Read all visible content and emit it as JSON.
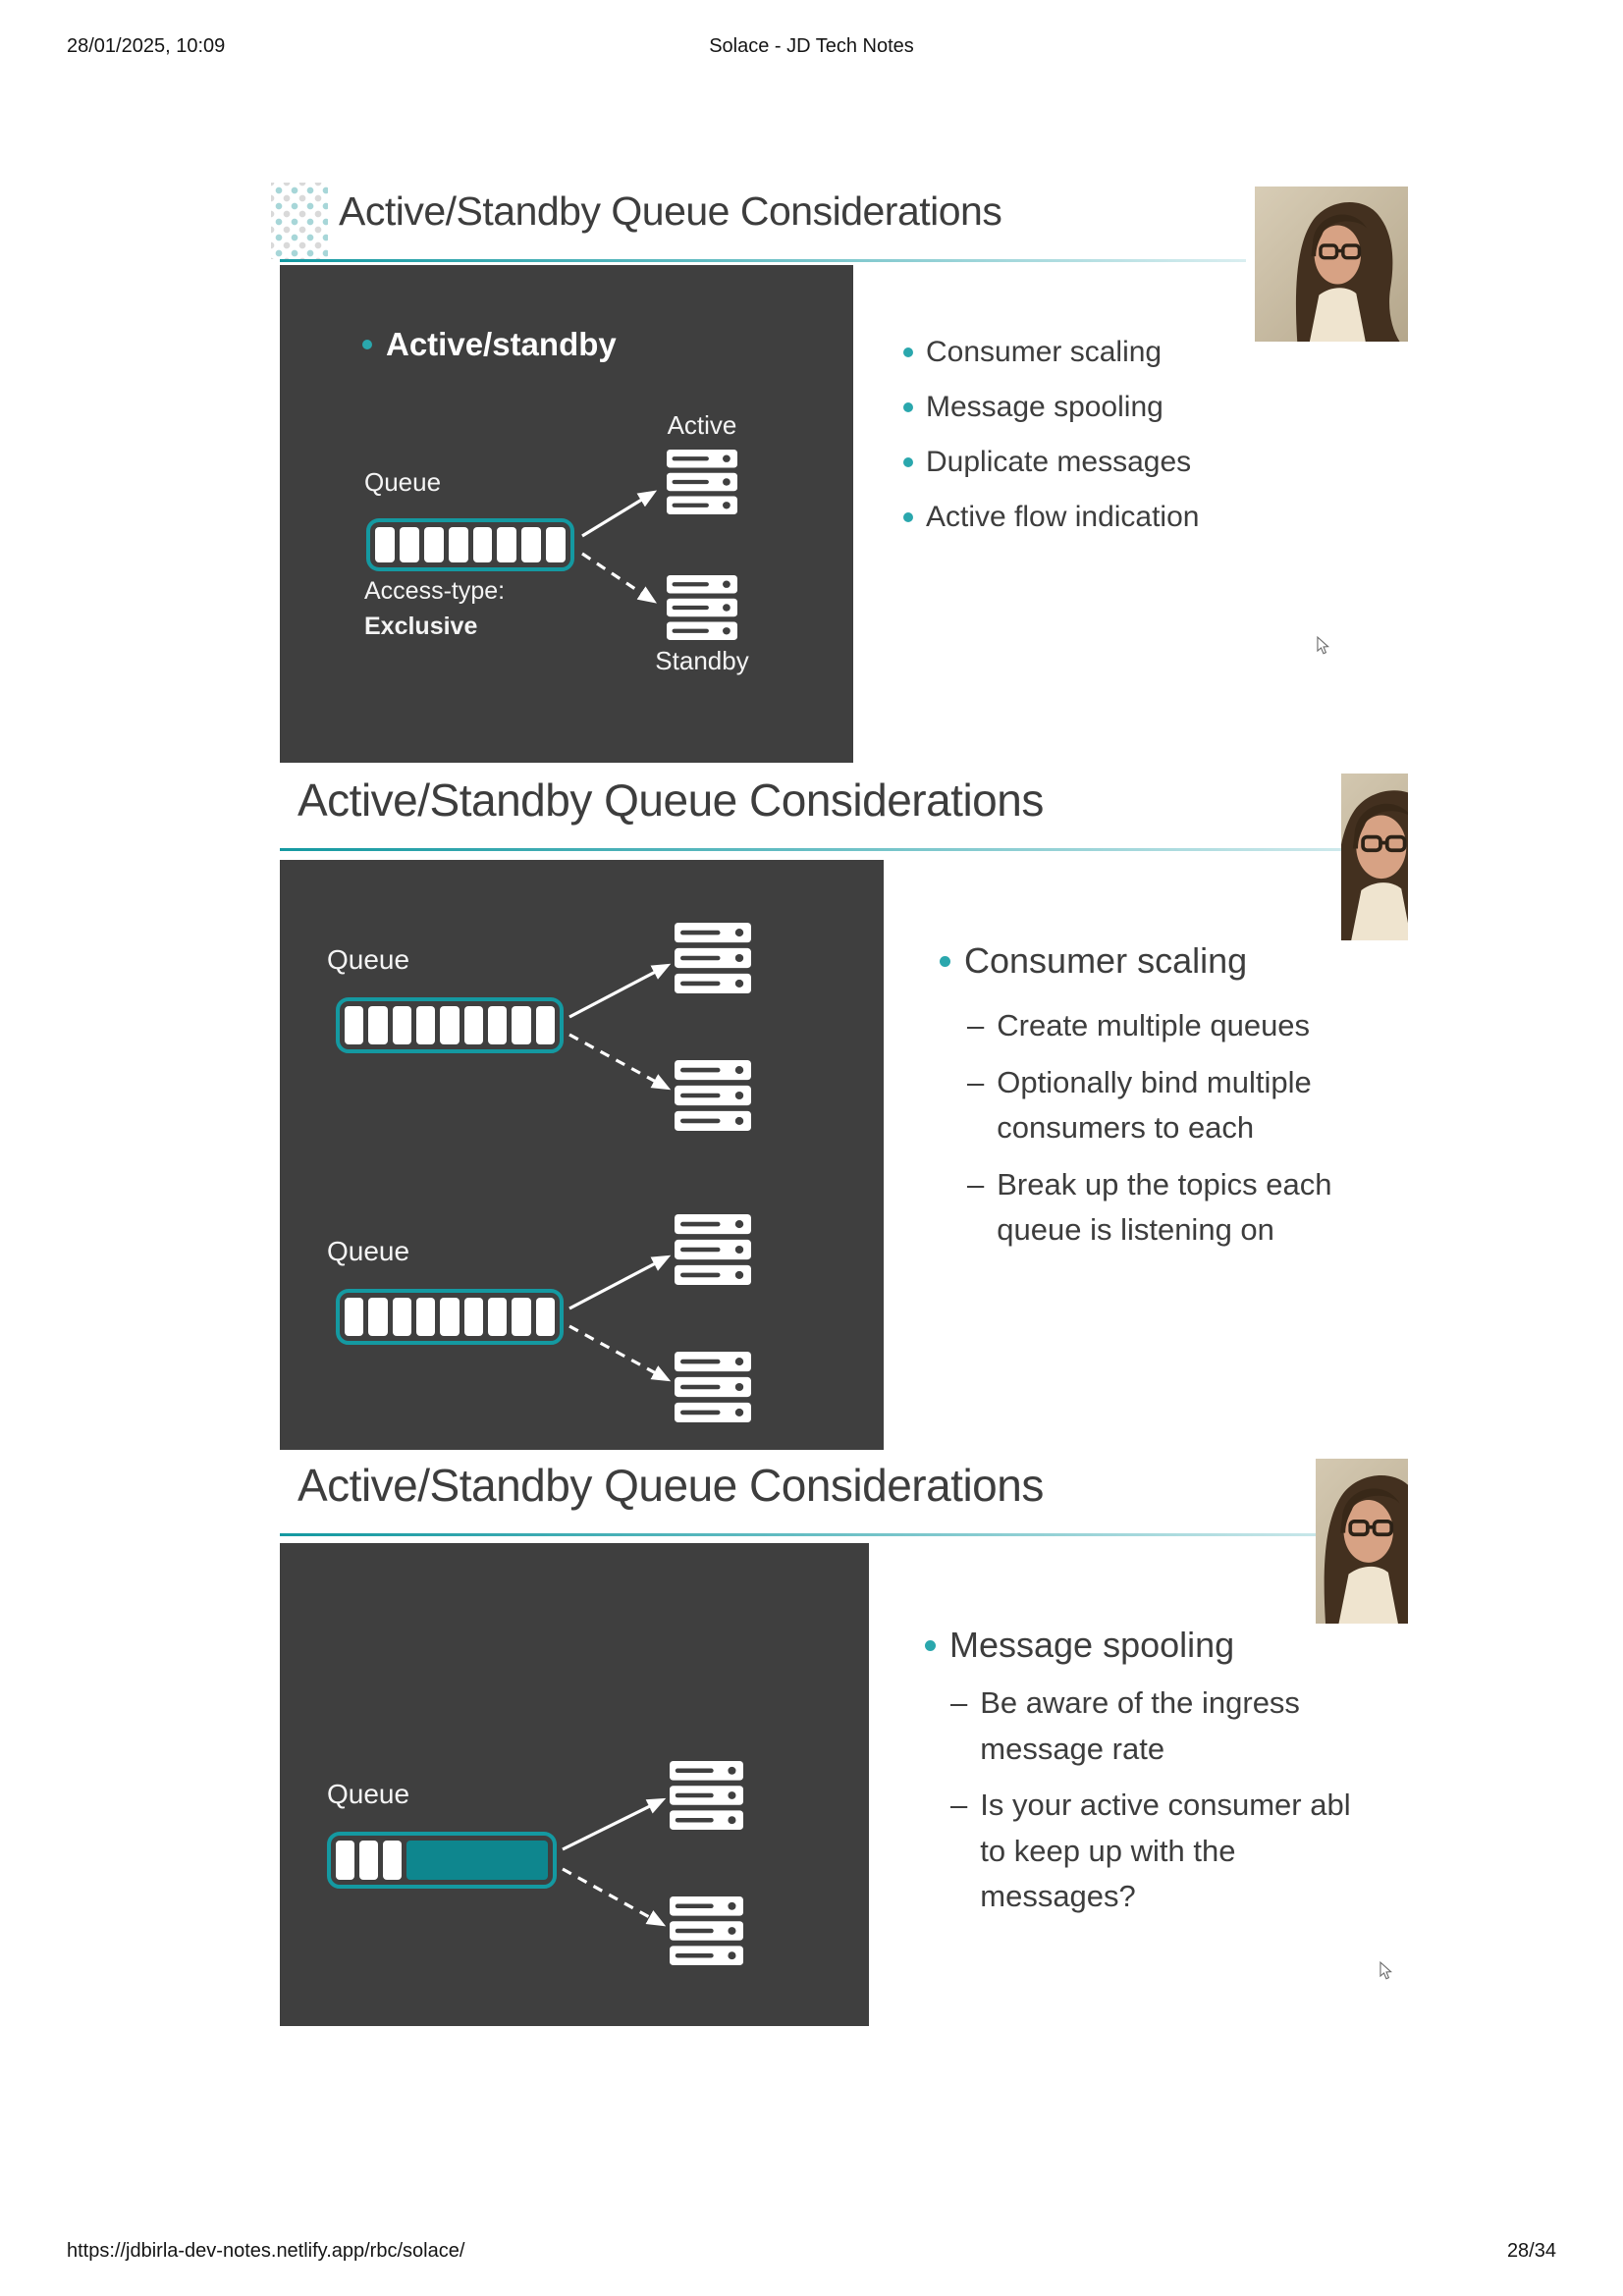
{
  "header": {
    "datetime": "28/01/2025, 10:09",
    "title": "Solace - JD Tech Notes"
  },
  "footer": {
    "url": "https://jdbirla-dev-notes.netlify.app/rbc/solace/",
    "page": "28/34"
  },
  "icons": {
    "dash": "–",
    "bullet": "•",
    "queue_graphic": "segmented-queue-pill",
    "server_graphic": "message-broker-server-stack",
    "webcam": "presenter-webcam-photo",
    "cursor": "mouse-pointer"
  },
  "colors": {
    "accent_teal": "#1499a1",
    "bullet_teal": "#2aa7ad",
    "panel_gray": "#3f3f3f",
    "queue_fill_teal": "#0e868e",
    "title_gray": "#3d3d3d"
  },
  "slide1": {
    "title": "Active/Standby Queue Considerations",
    "heading": "Active/standby",
    "queue_label": "Queue",
    "access_type_label": "Access-type:",
    "access_type_value": "Exclusive",
    "active_label": "Active",
    "standby_label": "Standby",
    "bullets": [
      "Consumer scaling",
      "Message spooling",
      "Duplicate messages",
      "Active flow indication"
    ]
  },
  "slide2": {
    "title": "Active/Standby Queue Considerations",
    "queue1_label": "Queue",
    "queue2_label": "Queue",
    "bullet": "Consumer scaling",
    "sub_bullets": [
      "Create multiple queues",
      "Optionally bind multiple consumers to each",
      "Break up the topics each queue is listening on"
    ]
  },
  "slide3": {
    "title": "Active/Standby Queue Considerations",
    "queue_label": "Queue",
    "bullet": "Message spooling",
    "sub_bullets": [
      "Be aware of the ingress message rate",
      "Is your active consumer abl to keep up with the messages?"
    ]
  }
}
